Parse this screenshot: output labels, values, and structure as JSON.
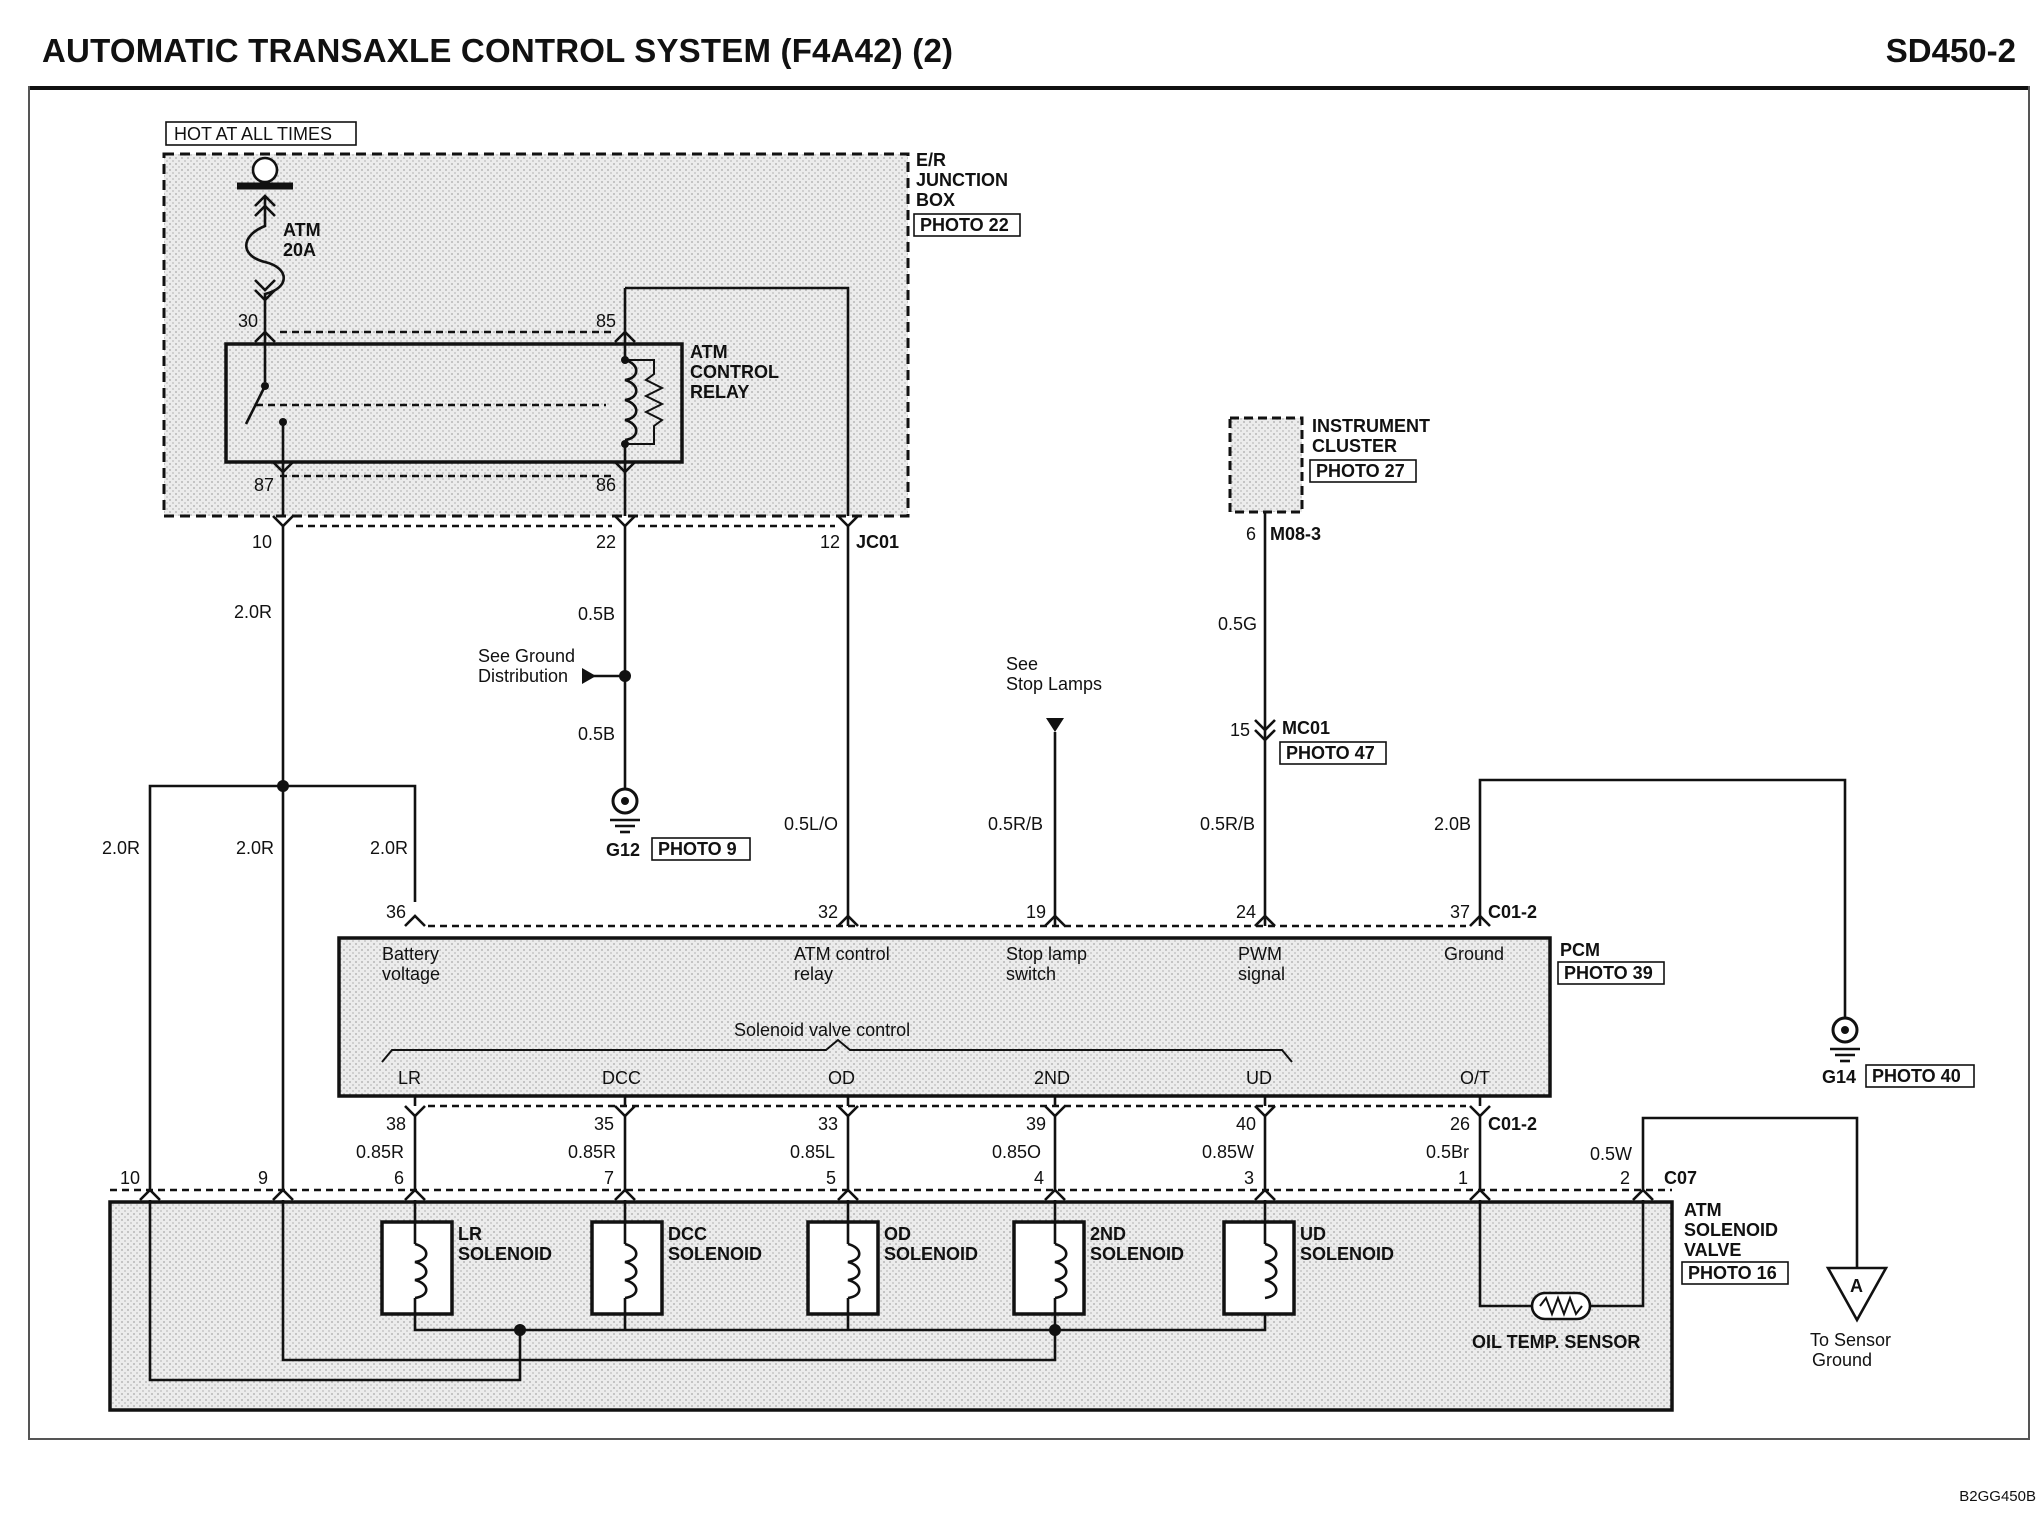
{
  "header": {
    "title": "AUTOMATIC TRANSAXLE CONTROL SYSTEM (F4A42) (2)",
    "code": "SD450-2"
  },
  "footer": {
    "code": "B2GG450B"
  },
  "hot_label": "HOT AT ALL TIMES",
  "junction_box": {
    "line1": "E/R",
    "line2": "JUNCTION",
    "line3": "BOX",
    "photo": "PHOTO 22"
  },
  "fuse": {
    "name": "ATM",
    "rating": "20A"
  },
  "relay": {
    "line1": "ATM",
    "line2": "CONTROL",
    "line3": "RELAY",
    "pin30": "30",
    "pin85": "85",
    "pin87": "87",
    "pin86": "86"
  },
  "jc01": {
    "name": "JC01",
    "pin10": "10",
    "pin22": "22",
    "pin12": "12"
  },
  "instrument": {
    "line1": "INSTRUMENT",
    "line2": "CLUSTER",
    "photo": "PHOTO 27",
    "pin": "6",
    "connector": "M08-3"
  },
  "mc01": {
    "pin": "15",
    "name": "MC01",
    "photo": "PHOTO 47"
  },
  "ground_dist": {
    "line1": "See Ground",
    "line2": "Distribution"
  },
  "stop_lamps": {
    "line1": "See",
    "line2": "Stop Lamps"
  },
  "g12": {
    "name": "G12",
    "photo": "PHOTO 9"
  },
  "g14": {
    "name": "G14",
    "photo": "PHOTO 40"
  },
  "wires": {
    "w_2_0r_top": "2.0R",
    "w_0_5b_a": "0.5B",
    "w_0_5b_b": "0.5B",
    "w_0_5g": "0.5G",
    "w_2_0r_left": "2.0R",
    "w_2_0r_mid": "2.0R",
    "w_2_0r_pcm": "2.0R",
    "w_0_5lo": "0.5L/O",
    "w_0_5rb_a": "0.5R/B",
    "w_0_5rb_b": "0.5R/B",
    "w_2_0b": "2.0B",
    "w_0_85r_a": "0.85R",
    "w_0_85r_b": "0.85R",
    "w_0_85l": "0.85L",
    "w_0_85o": "0.85O",
    "w_0_85w": "0.85W",
    "w_0_5br": "0.5Br",
    "w_0_5w": "0.5W"
  },
  "pcm": {
    "name": "PCM",
    "photo": "PHOTO 39",
    "connector": "C01-2",
    "connector_bottom": "C01-2",
    "top_pins": [
      {
        "pin": "36",
        "label1": "Battery",
        "label2": "voltage"
      },
      {
        "pin": "32",
        "label1": "ATM control",
        "label2": "relay"
      },
      {
        "pin": "19",
        "label1": "Stop lamp",
        "label2": "switch"
      },
      {
        "pin": "24",
        "label1": "PWM",
        "label2": "signal"
      },
      {
        "pin": "37",
        "label1": "Ground",
        "label2": ""
      }
    ],
    "group_label": "Solenoid valve control",
    "bottom_pins": [
      {
        "pin": "38",
        "label": "LR"
      },
      {
        "pin": "35",
        "label": "DCC"
      },
      {
        "pin": "33",
        "label": "OD"
      },
      {
        "pin": "39",
        "label": "2ND"
      },
      {
        "pin": "40",
        "label": "UD"
      },
      {
        "pin": "26",
        "label": "O/T"
      }
    ]
  },
  "solenoid_valve": {
    "line1": "ATM",
    "line2": "SOLENOID",
    "line3": "VALVE",
    "photo": "PHOTO 16",
    "connector": "C07",
    "pins": [
      "10",
      "9",
      "6",
      "7",
      "5",
      "4",
      "3",
      "1",
      "2"
    ],
    "solenoids": [
      {
        "name": "LR",
        "suffix": "SOLENOID"
      },
      {
        "name": "DCC",
        "suffix": "SOLENOID"
      },
      {
        "name": "OD",
        "suffix": "SOLENOID"
      },
      {
        "name": "2ND",
        "suffix": "SOLENOID"
      },
      {
        "name": "UD",
        "suffix": "SOLENOID"
      }
    ],
    "sensor": "OIL TEMP. SENSOR"
  },
  "sensor_ground": {
    "symbol": "A",
    "line1": "To Sensor",
    "line2": "Ground"
  }
}
